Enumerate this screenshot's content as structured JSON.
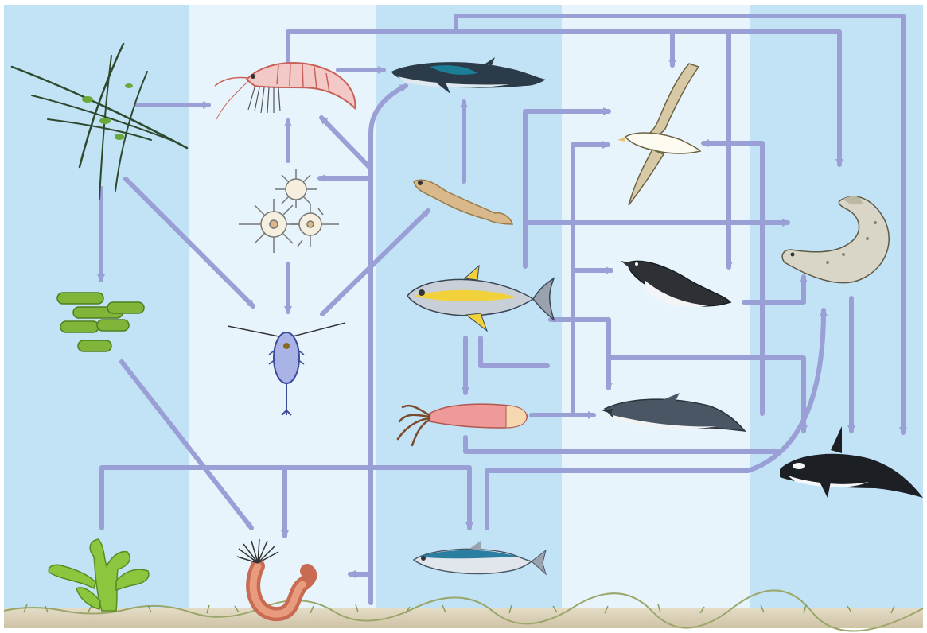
{
  "diagram": {
    "type": "marine food web",
    "palette": {
      "band_dark": "#c2e2f5",
      "band_light": "#e7f4fc",
      "arrow": "#9a9fd6",
      "seafloor": "#d9cfb8"
    },
    "organisms": [
      {
        "id": "phytoplankton-filaments",
        "icon": "filamentous-algae-icon"
      },
      {
        "id": "cyanobacteria",
        "icon": "green-bacteria-icon"
      },
      {
        "id": "seaweed",
        "icon": "seaweed-icon"
      },
      {
        "id": "krill",
        "icon": "krill-icon"
      },
      {
        "id": "radiolarians",
        "icon": "radiolarian-icon"
      },
      {
        "id": "copepod",
        "icon": "copepod-icon"
      },
      {
        "id": "tube-worm",
        "icon": "worm-icon"
      },
      {
        "id": "baleen-whale",
        "icon": "whale-icon"
      },
      {
        "id": "larval-fish",
        "icon": "larva-icon"
      },
      {
        "id": "tuna",
        "icon": "tuna-icon"
      },
      {
        "id": "squid",
        "icon": "squid-icon"
      },
      {
        "id": "herring",
        "icon": "herring-icon"
      },
      {
        "id": "albatross",
        "icon": "albatross-icon"
      },
      {
        "id": "penguin",
        "icon": "penguin-icon"
      },
      {
        "id": "dolphin",
        "icon": "dolphin-icon"
      },
      {
        "id": "leopard-seal",
        "icon": "seal-icon"
      },
      {
        "id": "orca",
        "icon": "orca-icon"
      }
    ],
    "links": [
      [
        "phytoplankton-filaments",
        "krill"
      ],
      [
        "phytoplankton-filaments",
        "copepod"
      ],
      [
        "phytoplankton-filaments",
        "cyanobacteria"
      ],
      [
        "cyanobacteria",
        "tube-worm"
      ],
      [
        "seaweed",
        "tube-worm"
      ],
      [
        "seaweed",
        "herring"
      ],
      [
        "radiolarians",
        "krill"
      ],
      [
        "radiolarians",
        "copepod"
      ],
      [
        "copepod",
        "larval-fish"
      ],
      [
        "krill",
        "baleen-whale"
      ],
      [
        "larval-fish",
        "baleen-whale"
      ],
      [
        "tube-worm",
        "krill"
      ],
      [
        "tube-worm",
        "radiolarians"
      ],
      [
        "tube-worm",
        "baleen-whale"
      ],
      [
        "krill",
        "albatross"
      ],
      [
        "krill",
        "leopard-seal"
      ],
      [
        "krill",
        "orca"
      ],
      [
        "krill",
        "penguin"
      ],
      [
        "tuna",
        "albatross"
      ],
      [
        "tuna",
        "leopard-seal"
      ],
      [
        "tuna",
        "dolphin"
      ],
      [
        "tuna",
        "squid"
      ],
      [
        "tuna",
        "orca"
      ],
      [
        "squid",
        "dolphin"
      ],
      [
        "squid",
        "albatross"
      ],
      [
        "squid",
        "penguin"
      ],
      [
        "squid",
        "orca"
      ],
      [
        "herring",
        "leopard-seal"
      ],
      [
        "penguin",
        "leopard-seal"
      ],
      [
        "leopard-seal",
        "orca"
      ],
      [
        "dolphin",
        "albatross"
      ]
    ]
  }
}
